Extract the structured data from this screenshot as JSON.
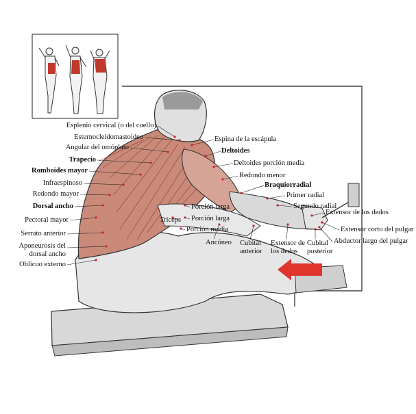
{
  "colors": {
    "muscle_highlight": "#c0392b",
    "muscle_fill": "#c98a7a",
    "line": "#222222",
    "dot": "#d0202a",
    "arrow": "#e0352d"
  },
  "labels_left": [
    {
      "id": "esplenio",
      "text": "Esplenio cervical (o del cuello)",
      "bold": false
    },
    {
      "id": "esterno",
      "text": "Esternocleidomastoideo",
      "bold": false
    },
    {
      "id": "angular",
      "text": "Angular del omóplato",
      "bold": false
    },
    {
      "id": "trapecio",
      "text": "Trapecio",
      "bold": true
    },
    {
      "id": "romboides",
      "text": "Romboides mayor",
      "bold": true
    },
    {
      "id": "infraespinoso",
      "text": "Infraespinoso",
      "bold": false
    },
    {
      "id": "redondo-mayor",
      "text": "Redondo mayor",
      "bold": false
    },
    {
      "id": "dorsal",
      "text": "Dorsal ancho",
      "bold": true
    },
    {
      "id": "pectoral",
      "text": "Pectoral mayor",
      "bold": false
    },
    {
      "id": "serrato",
      "text": "Serrato anterior",
      "bold": false
    },
    {
      "id": "aponeurosis",
      "text": "Aponeurosis del dorsal ancho",
      "bold": false
    },
    {
      "id": "oblicuo",
      "text": "Oblicuo externo",
      "bold": false
    }
  ],
  "labels_right": [
    {
      "id": "espina",
      "text": "Espina de la escápula",
      "bold": false
    },
    {
      "id": "deltoides",
      "text": "Deltoides",
      "bold": true
    },
    {
      "id": "deltoides-media",
      "text": "Deltoides porción media",
      "bold": false
    },
    {
      "id": "redondo-menor",
      "text": "Redondo menor",
      "bold": false
    },
    {
      "id": "braquiorradial",
      "text": "Braquiorradial",
      "bold": true
    },
    {
      "id": "primer-radial",
      "text": "Primer radial",
      "bold": false
    },
    {
      "id": "segundo-radial",
      "text": "Segundo radial",
      "bold": false
    },
    {
      "id": "extensor-dedos-r",
      "text": "Extensor de los dedos",
      "bold": false
    },
    {
      "id": "extensor-corto",
      "text": "Extensor corto del pulgar",
      "bold": false
    },
    {
      "id": "abductor",
      "text": "Abductor largo del pulgar",
      "bold": false
    }
  ],
  "labels_inner": [
    {
      "id": "triceps",
      "text": "Tríceps",
      "bold": false
    },
    {
      "id": "porcion-larga-1",
      "text": "Porción larga",
      "bold": false
    },
    {
      "id": "porcion-larga-2",
      "text": "Porción larga",
      "bold": false
    },
    {
      "id": "porcion-media",
      "text": "Porción media",
      "bold": false
    },
    {
      "id": "anconeo",
      "text": "Ancóneo",
      "bold": false
    },
    {
      "id": "cubital-anterior",
      "text": "Cubital anterior",
      "bold": false
    },
    {
      "id": "extensor-dedos-b",
      "text": "Extensor de los dedos",
      "bold": false
    },
    {
      "id": "cubital-posterior",
      "text": "Cubital posterior",
      "bold": false
    }
  ]
}
